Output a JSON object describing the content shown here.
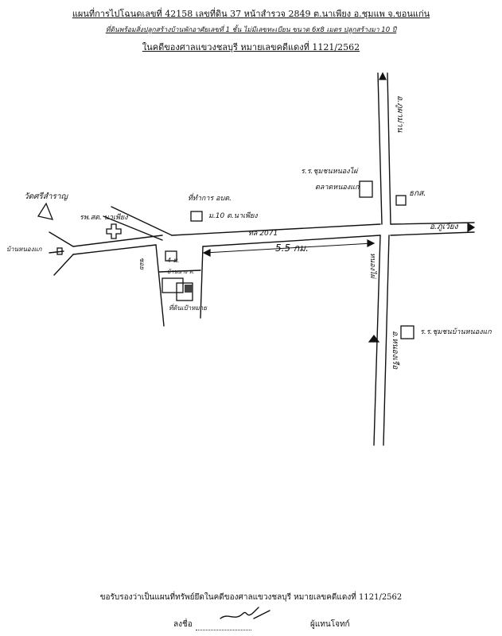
{
  "header": {
    "line1": "แผนที่การไปโฉนดเลขที่ 42158 เลขที่ดิน 37 หน้าสำรวจ 2849 ต.นาเพียง อ.ชุมแพ จ.ขอนแก่น",
    "line2": "ที่ดินพร้อมสิ่งปลูกสร้างบ้านพักอาศัยเลขที่ 1 ชั้น ไม่มีเลขทะเบียน ขนาด 6x8 เมตร ปลูกสร้างมา 10 ปี",
    "line3": "ในคดีของศาลแขวงชลบุรี หมายเลขคดีแดงที่ 1121/2562"
  },
  "map": {
    "labels": {
      "north_road": "อ.ภูผาม่าน",
      "wat": "ร.ร.ชุมชนหนองไผ่",
      "market": "ตลาดหนองแก",
      "bank": "ธกส.",
      "east_road": "อ.ภูเวียง",
      "south_road_left": "หนองไผ่",
      "south_road": "อ.หนองเรือ",
      "south_building": "ร.ร.ชุมชนบ้านหนองแก",
      "health": "ที่ทำการ อบต.",
      "moo": "ม.10 ต.นาเพียง",
      "road_no": "ทล 2071",
      "distance": "5.5 กม.",
      "church": "วัดศรีสำราญ",
      "hospital": "รพ.สต. นาเพียง",
      "west_road": "บ้านหนองแก",
      "soi": "ซอย",
      "target_plot": "ที่ดินเป้าหมาย",
      "neighbor": "บ้านนาง ท.",
      "width": "4 ม."
    }
  },
  "footer": {
    "certify": "ขอรับรองว่าเป็นแผนที่ทรัพย์ยึดในคดีของศาลแขวงชลบุรี หมายเลขคดีแดงที่ 1121/2562",
    "sign_label": "ลงชื่อ",
    "signer_role": "ผู้แทนโจทก์"
  }
}
